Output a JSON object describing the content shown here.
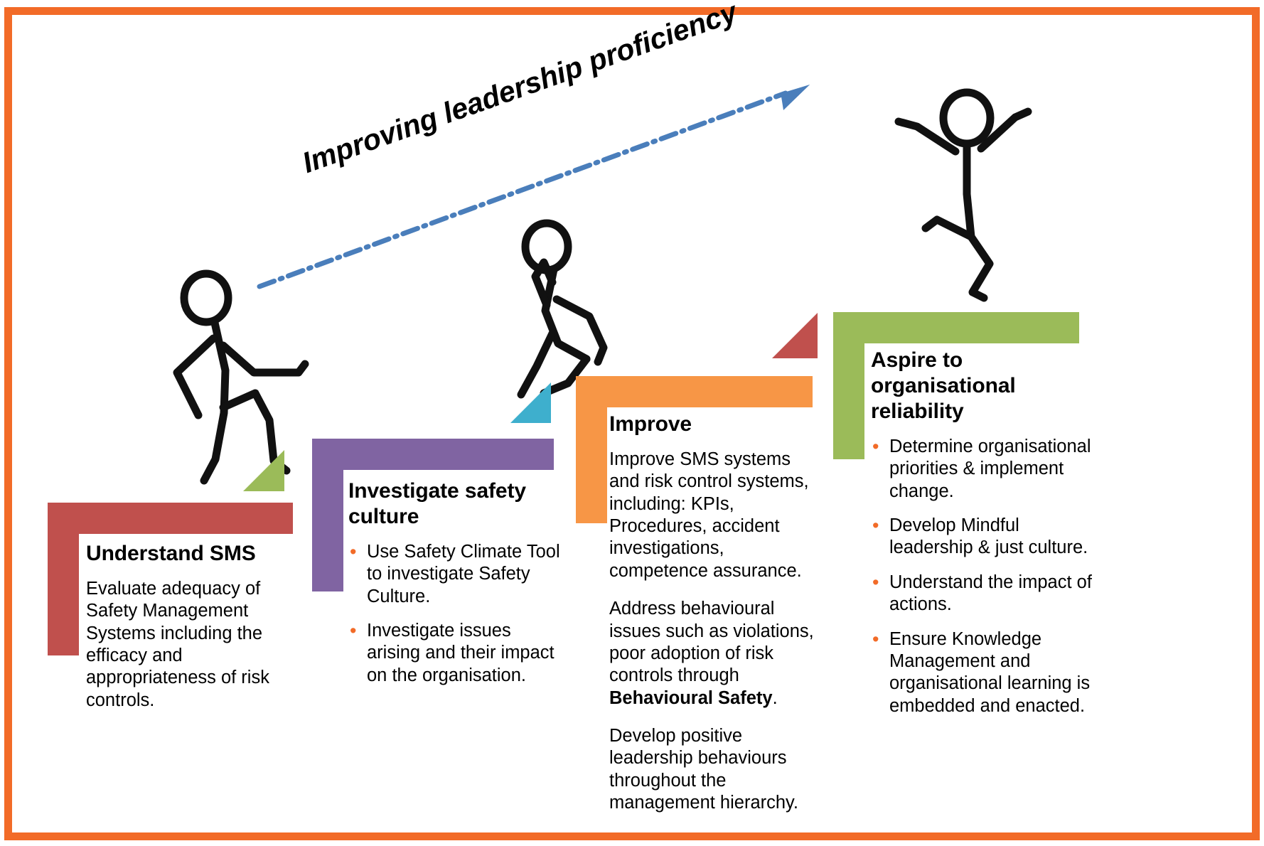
{
  "diagram": {
    "title_text": "Improving leadership proficiency",
    "frame_color": "#F26B28",
    "arrow_color": "#4A7EBB",
    "bullet_color": "#F26B28",
    "figure_color": "#111111"
  },
  "steps": [
    {
      "id": "understand-sms",
      "title": "Understand SMS",
      "color": "#C0504D",
      "paragraphs": [
        "Evaluate adequacy of Safety Management Systems including the efficacy and appropriateness of risk controls."
      ],
      "bullets": []
    },
    {
      "id": "investigate-safety-culture",
      "title": "Investigate safety culture",
      "color": "#8064A2",
      "paragraphs": [],
      "bullets": [
        "Use Safety Climate Tool to investigate Safety Culture.",
        "Investigate issues arising and their impact on the organisation."
      ]
    },
    {
      "id": "improve",
      "title": "Improve",
      "color": "#F79646",
      "paragraphs": [
        "Improve SMS systems and risk control systems, including: KPIs, Procedures, accident investigations, competence assurance.",
        "Address behavioural issues such as violations, poor adoption of risk controls through ",
        "Develop positive leadership behaviours throughout the management hierarchy."
      ],
      "paragraph2_bold": "Behavioural Safety",
      "paragraph2_tail": ".",
      "bullets": []
    },
    {
      "id": "aspire-to-organisational-reliability",
      "title": "Aspire to organisational reliability",
      "color": "#9BBB59",
      "paragraphs": [],
      "bullets": [
        "Determine organisational priorities & implement change.",
        "Develop Mindful leadership & just culture.",
        "Understand the impact of actions.",
        "Ensure Knowledge Management and organisational learning is embedded and enacted."
      ]
    }
  ],
  "triangles": [
    {
      "id": "green-triangle",
      "color": "#9BBB59"
    },
    {
      "id": "cyan-triangle",
      "color": "#3EAFCD"
    },
    {
      "id": "red-triangle",
      "color": "#C0504D"
    }
  ],
  "figures": [
    {
      "id": "climbing-figure-left",
      "pose": "stepping-up"
    },
    {
      "id": "climbing-figure-middle",
      "pose": "climbing"
    },
    {
      "id": "celebrating-figure-right",
      "pose": "arms-raised-jumping"
    }
  ]
}
